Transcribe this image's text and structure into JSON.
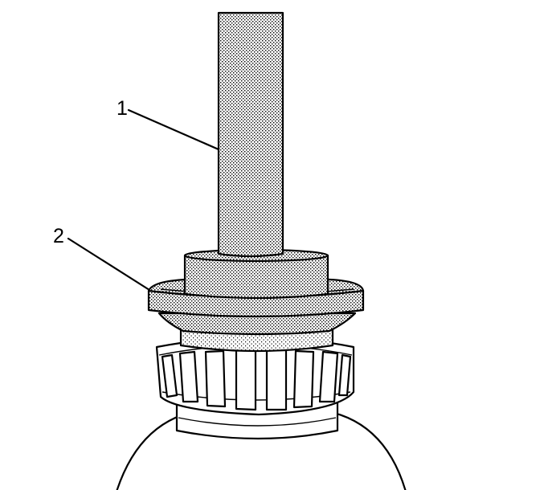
{
  "callouts": [
    {
      "label": "1",
      "target": "driver-handle"
    },
    {
      "label": "2",
      "target": "bearing-race"
    }
  ],
  "colors": {
    "line": "#000000",
    "shade": "#b8b8b8",
    "background": "#ffffff"
  }
}
